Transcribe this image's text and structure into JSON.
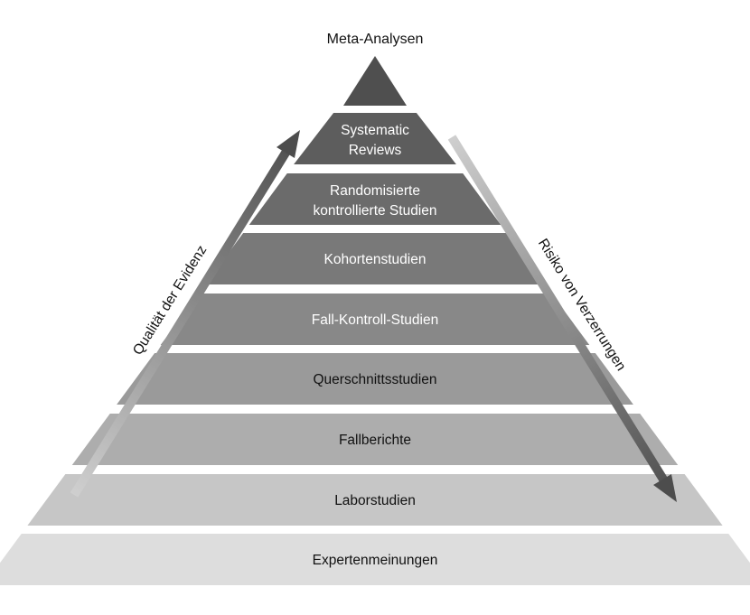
{
  "title": "Meta-Analysen",
  "levels": [
    {
      "line1": "Systematic",
      "line2": "Reviews"
    },
    {
      "line1": "Randomisierte",
      "line2": "kontrollierte Studien"
    },
    {
      "label": "Kohortenstudien"
    },
    {
      "label": "Fall-Kontroll-Studien"
    },
    {
      "label": "Querschnittsstudien"
    },
    {
      "label": "Fallberichte"
    },
    {
      "label": "Laborstudien"
    },
    {
      "label": "Expertenmeinungen"
    }
  ],
  "arrows": {
    "left_label": "Qualität der Evidenz",
    "right_label": "Risiko von Verzerrungen"
  },
  "colors": {
    "apex": "#4f4f4f",
    "levels": [
      "#5d5d5d",
      "#6b6b6b",
      "#797979",
      "#888888",
      "#9a9a9a",
      "#adadad",
      "#c6c6c6",
      "#dddddd"
    ]
  }
}
